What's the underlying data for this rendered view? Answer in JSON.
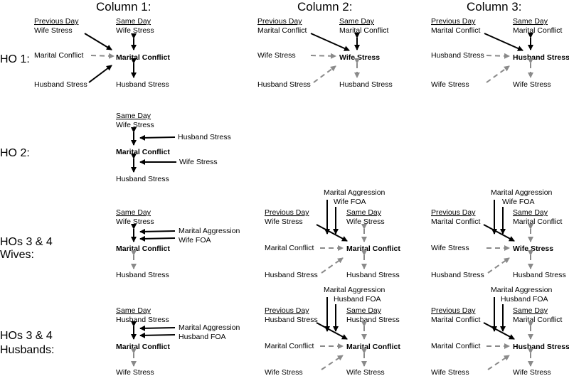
{
  "headers": {
    "col1": "Column 1:",
    "col2": "Column 2:",
    "col3": "Column 3:"
  },
  "rows": {
    "ho1": "HO 1:",
    "ho2": "HO 2:",
    "ho34w_line1": "HOs 3 & 4",
    "ho34w_line2": "Wives:",
    "ho34h_line1": "HOs 3 & 4",
    "ho34h_line2": "Husbands:"
  },
  "labels": {
    "previous_day": "Previous Day",
    "same_day": "Same Day",
    "wife_stress": "Wife Stress",
    "husband_stress": "Husband Stress",
    "marital_conflict": "Marital Conflict",
    "marital_aggression": "Marital Aggression",
    "wife_foa": "Wife FOA",
    "husband_foa": "Husband FOA"
  },
  "colors": {
    "primary_path": "#000000",
    "covariate_path": "#8a8a8a"
  }
}
